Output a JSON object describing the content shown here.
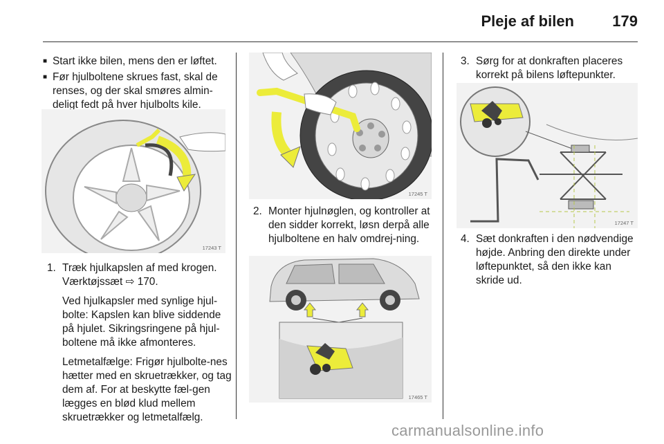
{
  "header": {
    "title": "Pleje af bilen",
    "page_number": "179"
  },
  "col1": {
    "bullets": [
      "Start ikke bilen, mens den er løftet.",
      "Før hjulboltene skrues fast, skal de renses, og der skal smøres almin-deligt fedt på hver hjulbolts kile."
    ],
    "figure_code": "17243 T",
    "step1": {
      "number": "1.",
      "text": "Træk hjulkapslen af med krogen.",
      "ref_prefix": "Værktøjssæt",
      "ref_symbol": "⇨",
      "ref_page": "170.",
      "para1": "Ved hjulkapsler med synlige hjul-bolte: Kapslen kan blive siddende på hjulet. Sikringsringene på hjul-boltene må ikke afmonteres.",
      "para2": "Letmetalfælge: Frigør hjulbolte-nes hætter med en skruetrækker, og tag dem af. For at beskytte fæl-gen lægges en blød klud mellem skruetrækker og letmetalfælg."
    }
  },
  "col2": {
    "figure1_code": "17245 T",
    "step2": {
      "number": "2.",
      "text": "Monter hjulnøglen, og kontroller at den sidder korrekt, løsn derpå alle hjulboltene en halv omdrej-ning."
    },
    "figure2_code": "17465 T"
  },
  "col3": {
    "step3": {
      "number": "3.",
      "text": "Sørg for at donkraften placeres korrekt på bilens løftepunkter."
    },
    "figure_code": "17247 T",
    "step4": {
      "number": "4.",
      "text": "Sæt donkraften i den nødvendige højde. Anbring den direkte under løftepunktet, så den ikke kan skride ud."
    }
  },
  "watermark": "carmanualsonline.info",
  "colors": {
    "jack_yellow": "#ecec3a",
    "figure_bg": "#f2f2f2",
    "line": "#555555"
  }
}
